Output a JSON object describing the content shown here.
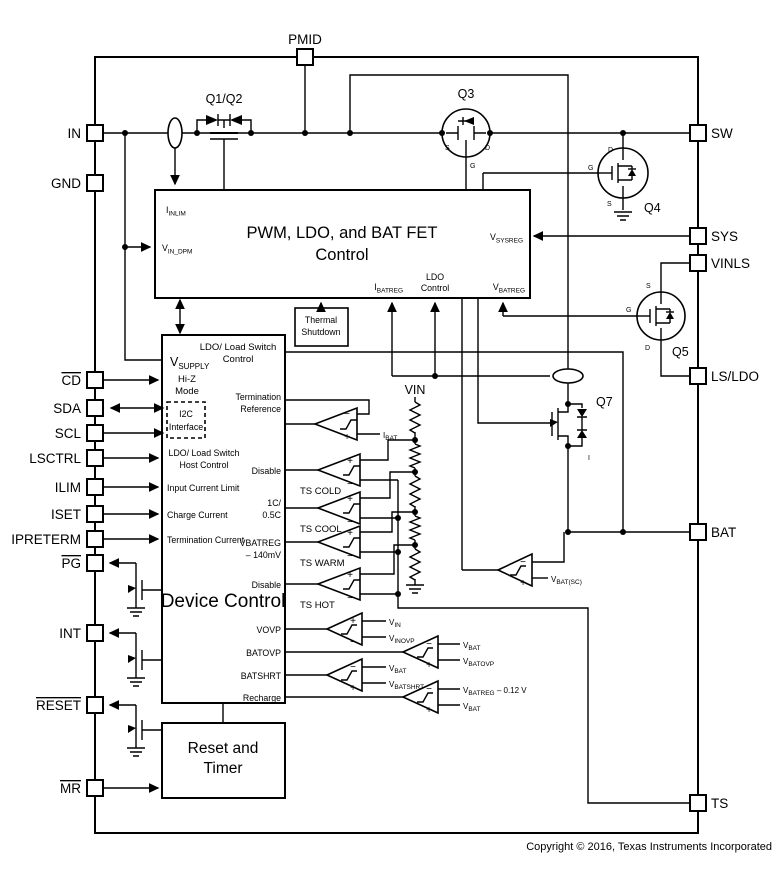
{
  "copyright": "Copyright © 2016, Texas Instruments Incorporated",
  "pins": {
    "pmid": "PMID",
    "in": "IN",
    "gnd": "GND",
    "cd": "CD",
    "sda": "SDA",
    "scl": "SCL",
    "lsctrl": "LSCTRL",
    "ilim": "ILIM",
    "iset": "ISET",
    "ipreterm": "IPRETERM",
    "pg": "PG",
    "int": "INT",
    "reset": "RESET",
    "mr": "MR",
    "sw": "SW",
    "sys": "SYS",
    "vinls": "VINLS",
    "lsldo": "LS/LDO",
    "bat": "BAT",
    "ts": "TS"
  },
  "blocks": {
    "pwm": {
      "line1": "PWM, LDO, and BAT FET",
      "line2": "Control"
    },
    "thermal": {
      "line1": "Thermal",
      "line2": "Shutdown"
    },
    "device": {
      "title": "Device Control"
    },
    "reset_timer": {
      "line1": "Reset and",
      "line2": "Timer"
    }
  },
  "pwm_labels": {
    "inlim": {
      "main": "I",
      "sub": "INLIM"
    },
    "vindpm": {
      "main": "V",
      "sub": "IN_DPM"
    },
    "vsysreg": {
      "main": "V",
      "sub": "SYSREG"
    },
    "ibatreg": {
      "main": "I",
      "sub": "BATREG"
    },
    "ldo_control": {
      "line1": "LDO",
      "line2": "Control"
    },
    "vbatreg": {
      "main": "V",
      "sub": "BATREG"
    }
  },
  "device_labels": {
    "vsupply": {
      "main": "V",
      "sub": "SUPPLY"
    },
    "hiz": {
      "line1": "Hi-Z",
      "line2": "Mode"
    },
    "i2c": {
      "line1": "I2C",
      "line2": "Interface"
    },
    "ldo_host": {
      "line1": "LDO/ Load Switch",
      "line2": "Host Control"
    },
    "input_current_limit": "Input Current Limit",
    "charge_current": "Charge Current",
    "termination_current": "Termination Current",
    "ldo_ls_control": {
      "line1": "LDO/ Load Switch",
      "line2": "Control"
    },
    "termination_reference": {
      "line1": "Termination",
      "line2": "Reference"
    },
    "disable1": "Disable",
    "c_rate": {
      "line1": "1C/",
      "line2": "0.5C"
    },
    "vbatreg_140": {
      "line1": "VBATREG",
      "line2": "– 140mV"
    },
    "disable2": "Disable",
    "vovp": "VOVP",
    "batovp": "BATOVP",
    "batshrt": "BATSHRT",
    "recharge": "Recharge"
  },
  "comparators": {
    "ibat": {
      "main": "I",
      "sub": "BAT"
    },
    "ts_cold": "TS COLD",
    "ts_cool": "TS COOL",
    "ts_warm": "TS WARM",
    "ts_hot": "TS HOT",
    "vin_node": "VIN",
    "vovp_plus": {
      "main": "V",
      "sub": "IN"
    },
    "vovp_minus": {
      "main": "V",
      "sub": "INOVP"
    },
    "batovp_minus": {
      "main": "V",
      "sub": "BAT"
    },
    "batovp_plus": {
      "main": "V",
      "sub": "BATOVP"
    },
    "batshrt_minus": {
      "main": "V",
      "sub": "BAT"
    },
    "batshrt_plus": {
      "main": "V",
      "sub": "BATSHRT"
    },
    "recharge_minus": {
      "main": "V",
      "sub": "BATREG",
      "tail": " – 0.12 V"
    },
    "recharge_plus": {
      "main": "V",
      "sub": "BAT"
    },
    "batsc_plus": {
      "main": "V",
      "sub": "BAT(SC)"
    }
  },
  "transistors": {
    "q12": "Q1/Q2",
    "q3": "Q3",
    "q4": "Q4",
    "q5": "Q5",
    "q7": "Q7",
    "i_label": "I",
    "s": "S",
    "d": "D",
    "g": "G"
  },
  "signs": {
    "plus": "+",
    "minus": "−"
  }
}
